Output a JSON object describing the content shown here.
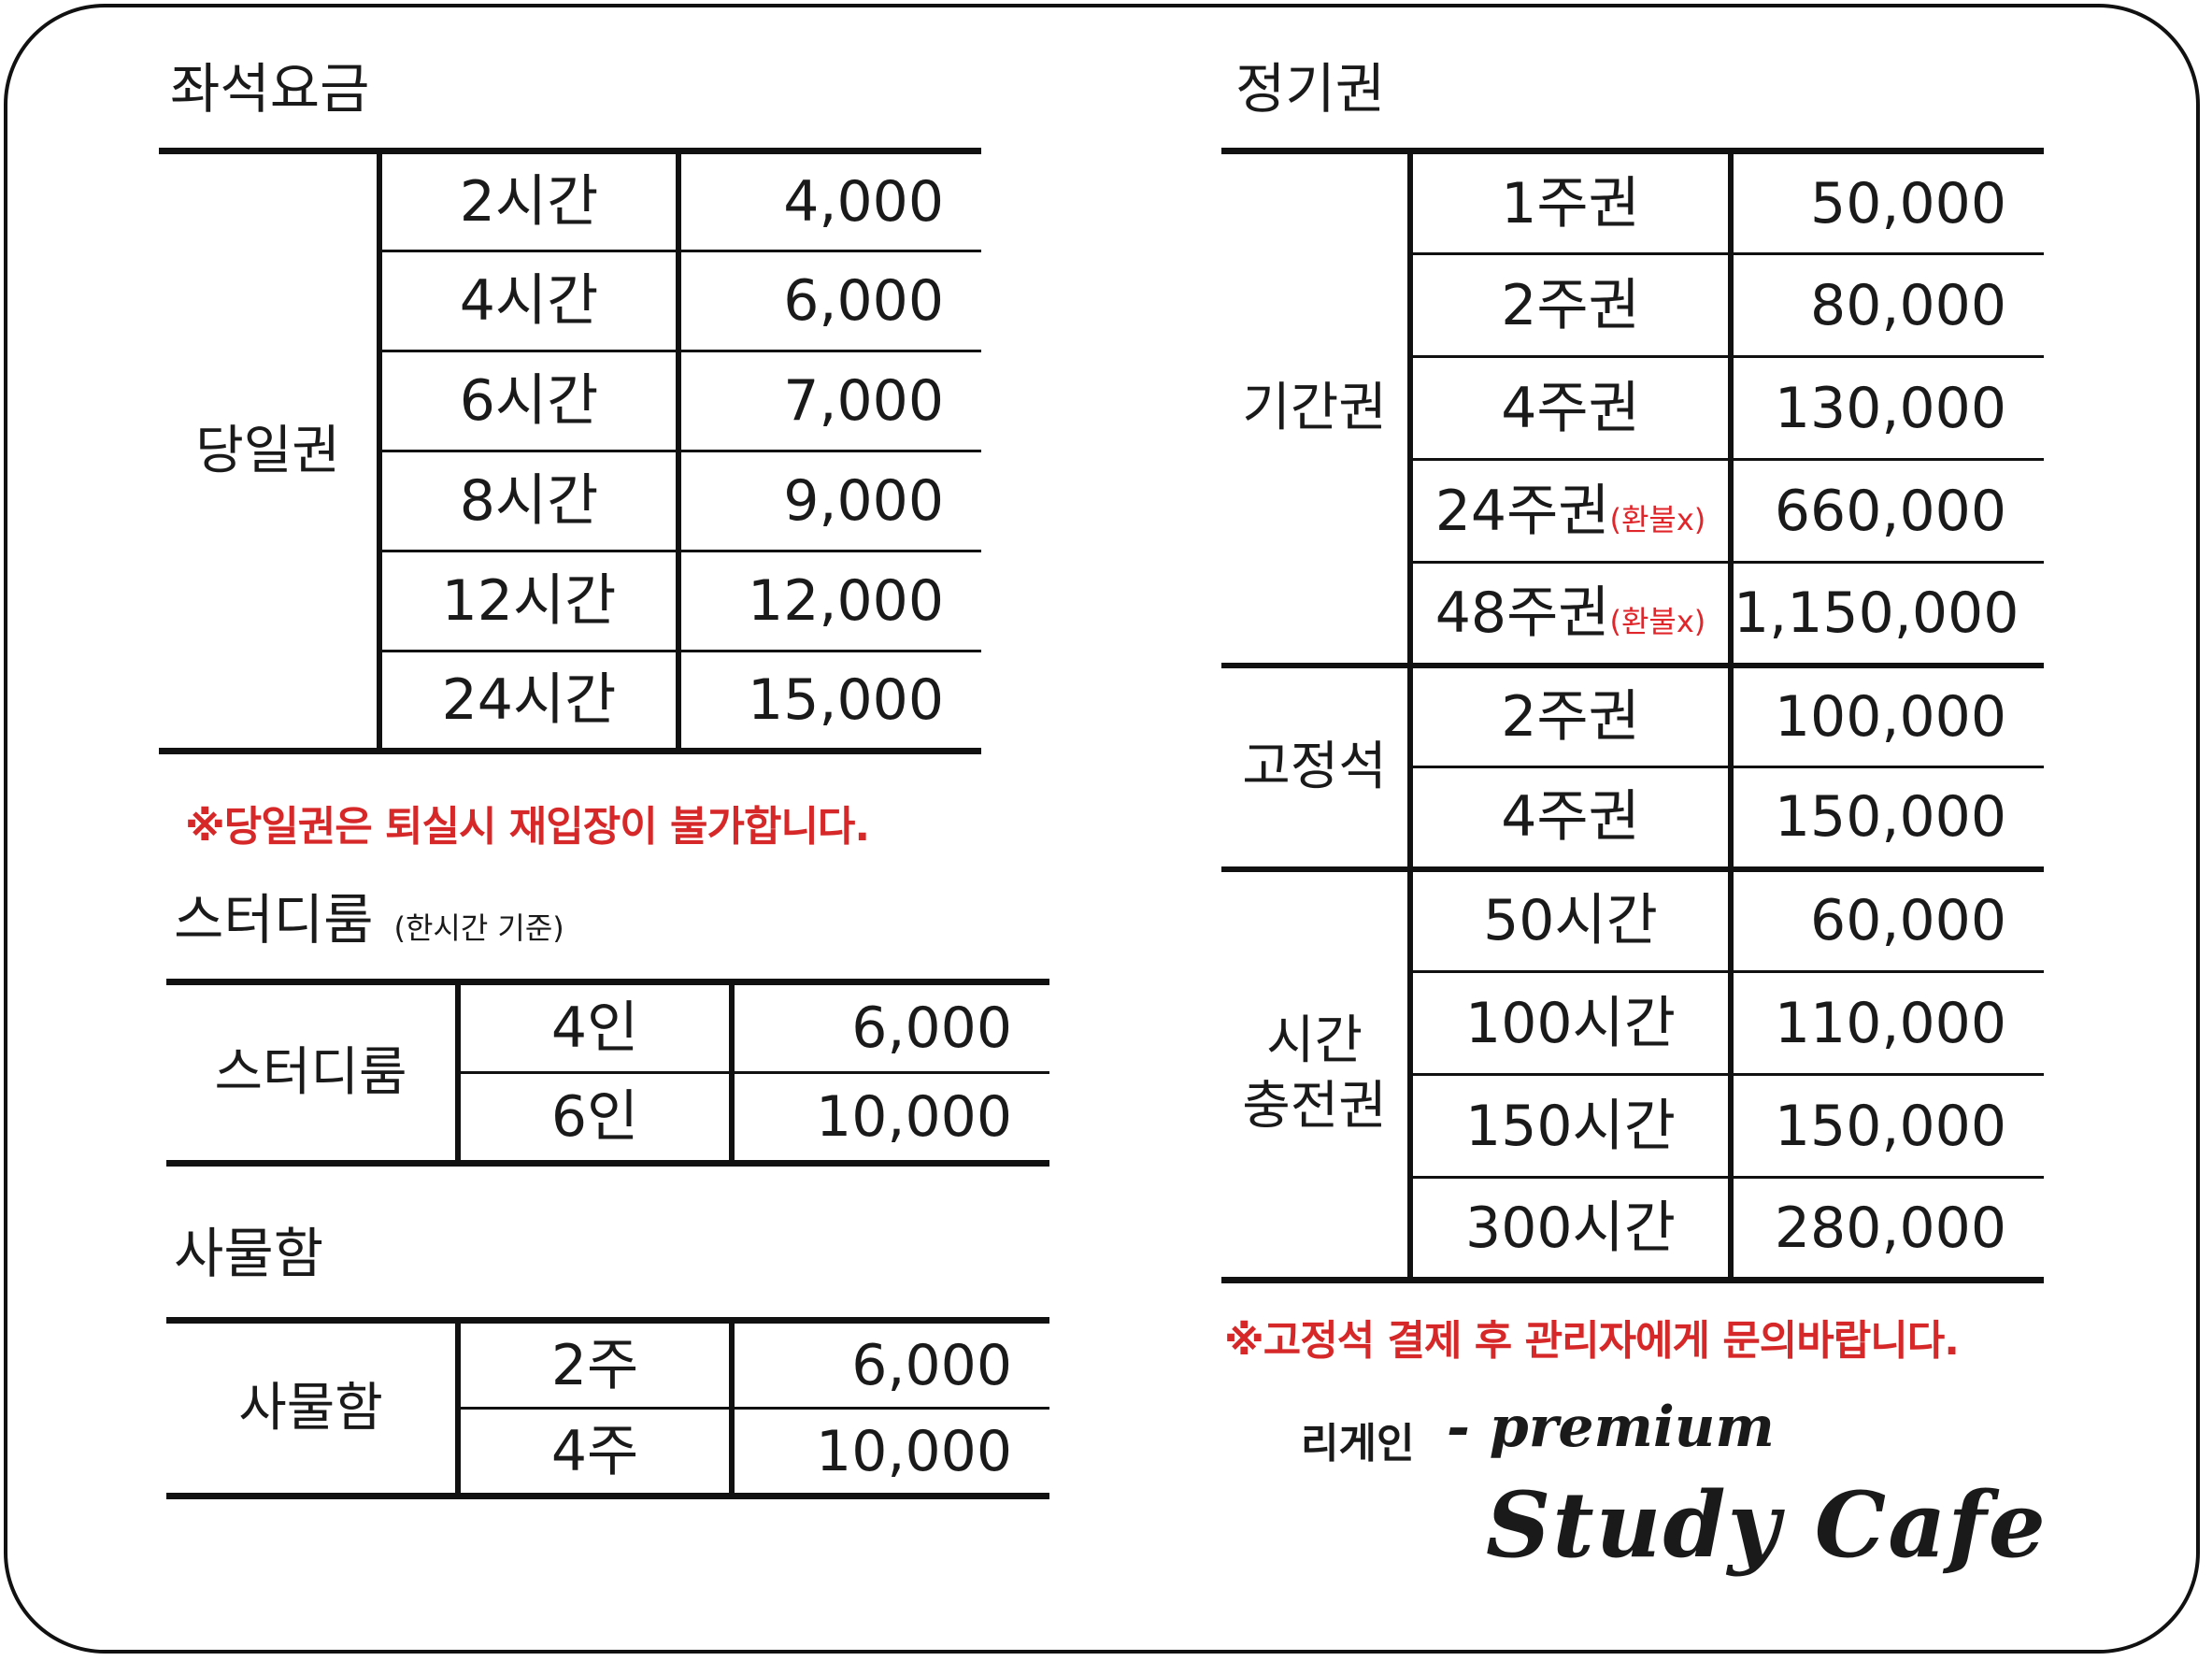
{
  "seat_fee": {
    "title": "좌석요금",
    "category": "당일권",
    "rows": [
      {
        "name": "2시간",
        "price": "4,000"
      },
      {
        "name": "4시간",
        "price": "6,000"
      },
      {
        "name": "6시간",
        "price": "7,000"
      },
      {
        "name": "8시간",
        "price": "9,000"
      },
      {
        "name": "12시간",
        "price": "12,000"
      },
      {
        "name": "24시간",
        "price": "15,000"
      }
    ],
    "note": "※당일권은 퇴실시 재입장이 불가합니다."
  },
  "study_room": {
    "title": "스터디룸",
    "subtitle": "(한시간 기준)",
    "category": "스터디룸",
    "rows": [
      {
        "name": "4인",
        "price": "6,000"
      },
      {
        "name": "6인",
        "price": "10,000"
      }
    ]
  },
  "locker": {
    "title": "사물함",
    "category": "사물함",
    "rows": [
      {
        "name": "2주",
        "price": "6,000"
      },
      {
        "name": "4주",
        "price": "10,000"
      }
    ]
  },
  "pass": {
    "title": "정기권",
    "groups": [
      {
        "category": "기간권",
        "rows": [
          {
            "name": "1주권",
            "price": "50,000"
          },
          {
            "name": "2주권",
            "price": "80,000"
          },
          {
            "name": "4주권",
            "price": "130,000"
          },
          {
            "name": "24주권",
            "tag": "(환불x)",
            "price": "660,000"
          },
          {
            "name": "48주권",
            "tag": "(환불x)",
            "price": "1,150,000"
          }
        ]
      },
      {
        "category": "고정석",
        "rows": [
          {
            "name": "2주권",
            "price": "100,000"
          },
          {
            "name": "4주권",
            "price": "150,000"
          }
        ]
      },
      {
        "category_line1": "시간",
        "category_line2": "충전권",
        "rows": [
          {
            "name": "50시간",
            "price": "60,000"
          },
          {
            "name": "100시간",
            "price": "110,000"
          },
          {
            "name": "150시간",
            "price": "150,000"
          },
          {
            "name": "300시간",
            "price": "280,000"
          }
        ]
      }
    ],
    "note": "※고정석 결제 후 관리자에게 문의바랍니다."
  },
  "brand": {
    "korean": "리게인",
    "premium": "- premium",
    "english": "Study Cafe"
  }
}
